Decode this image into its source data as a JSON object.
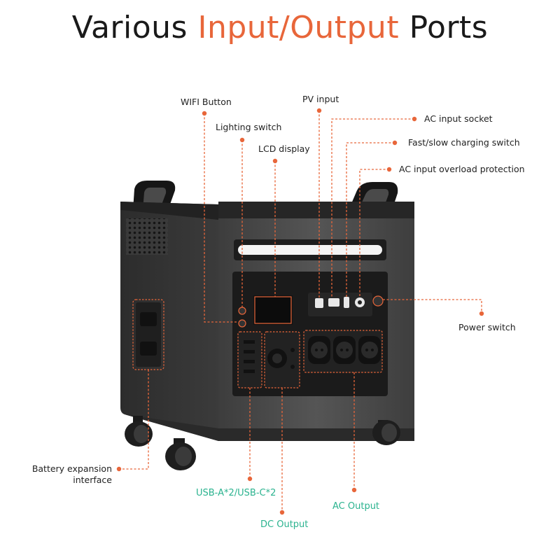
{
  "title": {
    "prefix": "Various ",
    "accent": "Input/Output",
    "suffix": " Ports",
    "accent_color": "#e8663a"
  },
  "labels": {
    "wifi_button": "WIFI Button",
    "lighting_switch": "Lighting switch",
    "lcd_display": "LCD display",
    "pv_input": "PV input",
    "ac_input_socket": "AC input socket",
    "fast_slow_switch": "Fast/slow charging switch",
    "ac_overload": "AC input overload protection",
    "power_switch": "Power switch",
    "battery_expansion_1": "Battery expansion",
    "battery_expansion_2": "interface",
    "usb": "USB-A*2/USB-C*2",
    "dc_output": "DC Output",
    "ac_output": "AC Output"
  },
  "colors": {
    "leader": "#e8663a",
    "green_label": "#2bb38f",
    "body": "#4a4a4a",
    "top": "#2a2a2a"
  }
}
